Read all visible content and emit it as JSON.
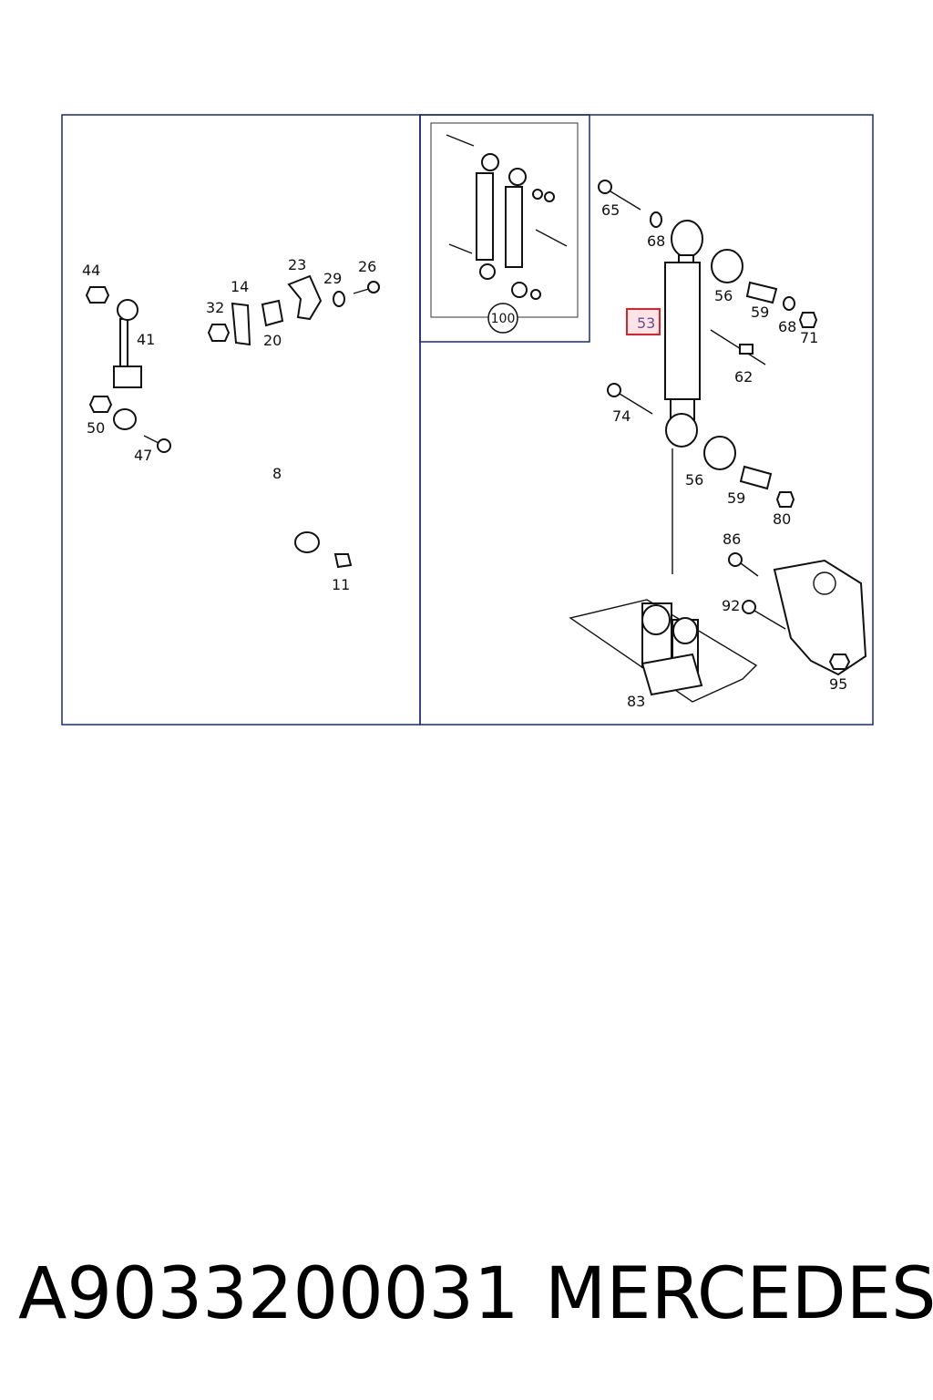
{
  "diagram": {
    "labels": {
      "l44": "44",
      "l41": "41",
      "l50": "50",
      "l47": "47",
      "l14": "14",
      "l32": "32",
      "l20": "20",
      "l23": "23",
      "l29": "29",
      "l26": "26",
      "l8": "8",
      "l11": "11",
      "l100": "100",
      "l65": "65",
      "l68a": "68",
      "l56a": "56",
      "l59a": "59",
      "l68b": "68",
      "l71": "71",
      "l53": "53",
      "l62": "62",
      "l74": "74",
      "l56b": "56",
      "l59b": "59",
      "l80": "80",
      "l86": "86",
      "l92": "92",
      "l83": "83",
      "l95": "95"
    },
    "highlighted_part": "53",
    "colors": {
      "frame": "#1a2a7a",
      "highlight_border": "#e0202a",
      "highlight_fill": "#fbe3e6"
    }
  },
  "footer": {
    "part_number": "A9033200031",
    "brand": "MERCEDES"
  }
}
